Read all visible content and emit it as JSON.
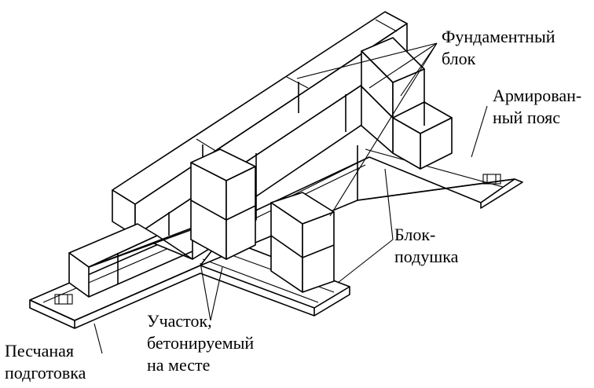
{
  "labels": {
    "foundation_block_line1": "Фундаментный",
    "foundation_block_line2": "блок",
    "reinforced_belt_line1": "Армирован-",
    "reinforced_belt_line2": "ный пояс",
    "cushion_block_line1": "Блок-",
    "cushion_block_line2": "подушка",
    "cast_in_place_line1": "Участок,",
    "cast_in_place_line2": "бетонируемый",
    "cast_in_place_line3": "на месте",
    "sand_bed_line1": "Песчаная",
    "sand_bed_line2": "подготовка"
  },
  "colors": {
    "stroke": "#000000",
    "background": "#ffffff"
  }
}
